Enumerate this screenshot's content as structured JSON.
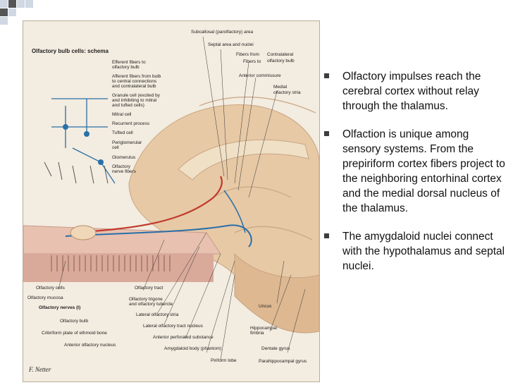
{
  "slide": {
    "bullets": [
      "Olfactory impulses reach the cerebral cortex without relay through the thalamus.",
      "Olfaction is unique among sensory systems. From the prepiriform cortex fibers project to the neighboring entorhinal cortex and the medial dorsal nucleus of the thalamus.",
      "The amygdaloid nuclei connect with the hypothalamus and septal nuclei."
    ]
  },
  "figure": {
    "schema_title": "Olfactory bulb cells: schema",
    "labels": {
      "subcallosal": "Subcallosal (parolfactory) area",
      "septal": "Septal area and nuclei",
      "fibers_from": "Fibers from",
      "fibers_to": "Fibers to",
      "contralateral": "Contralateral",
      "contralateral_bulb": "olfactory bulb",
      "anterior_commissure": "Anterior commissure",
      "medial_stria_1": "Medial",
      "medial_stria_2": "olfactory stria",
      "efferent_1": "Efferent fibers to",
      "efferent_2": "olfactory bulb",
      "afferent_1": "Afferent fibers from bulb",
      "afferent_2": "to central connections",
      "afferent_3": "and contralateral bulb",
      "granule_1": "Granule cell (excited by",
      "granule_2": "and inhibiting to mitral",
      "granule_3": "and tufted cells)",
      "mitral": "Mitral cell",
      "recurrent": "Recurrent process",
      "tufted": "Tufted cell",
      "periglomerular_1": "Periglomerular",
      "periglomerular_2": "cell",
      "glomerulus": "Glomerulus",
      "nerve_fibers_1": "Olfactory",
      "nerve_fibers_2": "nerve fibers",
      "olfactory_cells": "Olfactory cells",
      "olfactory_mucosa": "Olfactory mucosa",
      "olfactory_nerves": "Olfactory nerves (I)",
      "olfactory_bulb": "Olfactory bulb",
      "cribriform": "Cribriform plate of ethmoid bone",
      "anterior_nucleus": "Anterior olfactory nucleus",
      "olfactory_tract": "Olfactory tract",
      "trigone_1": "Olfactory trigone",
      "trigone_2": "and olfactory tubercle",
      "lateral_stria": "Lateral olfactory stria",
      "lateral_tract_nucleus": "Lateral olfactory tract nucleus",
      "anterior_perforated": "Anterior perforated substance",
      "amygdaloid": "Amygdaloid body (phantom)",
      "piriform": "Piriform lobe",
      "uncus": "Uncus",
      "hippocampal_1": "Hippocampal",
      "hippocampal_2": "fimbria",
      "dentate": "Dentate gyrus",
      "parahippocampal": "Parahippocampal gyrus",
      "signature": "F. Netter"
    }
  },
  "colors": {
    "bullet_marker": "#3d3d3d",
    "corner_square_dark": "#555555",
    "corner_square_light": "#cfd8e3",
    "nerve_blue": "#2a6fa8",
    "tract_red": "#c0392b",
    "tissue": "#e7c9a6"
  }
}
